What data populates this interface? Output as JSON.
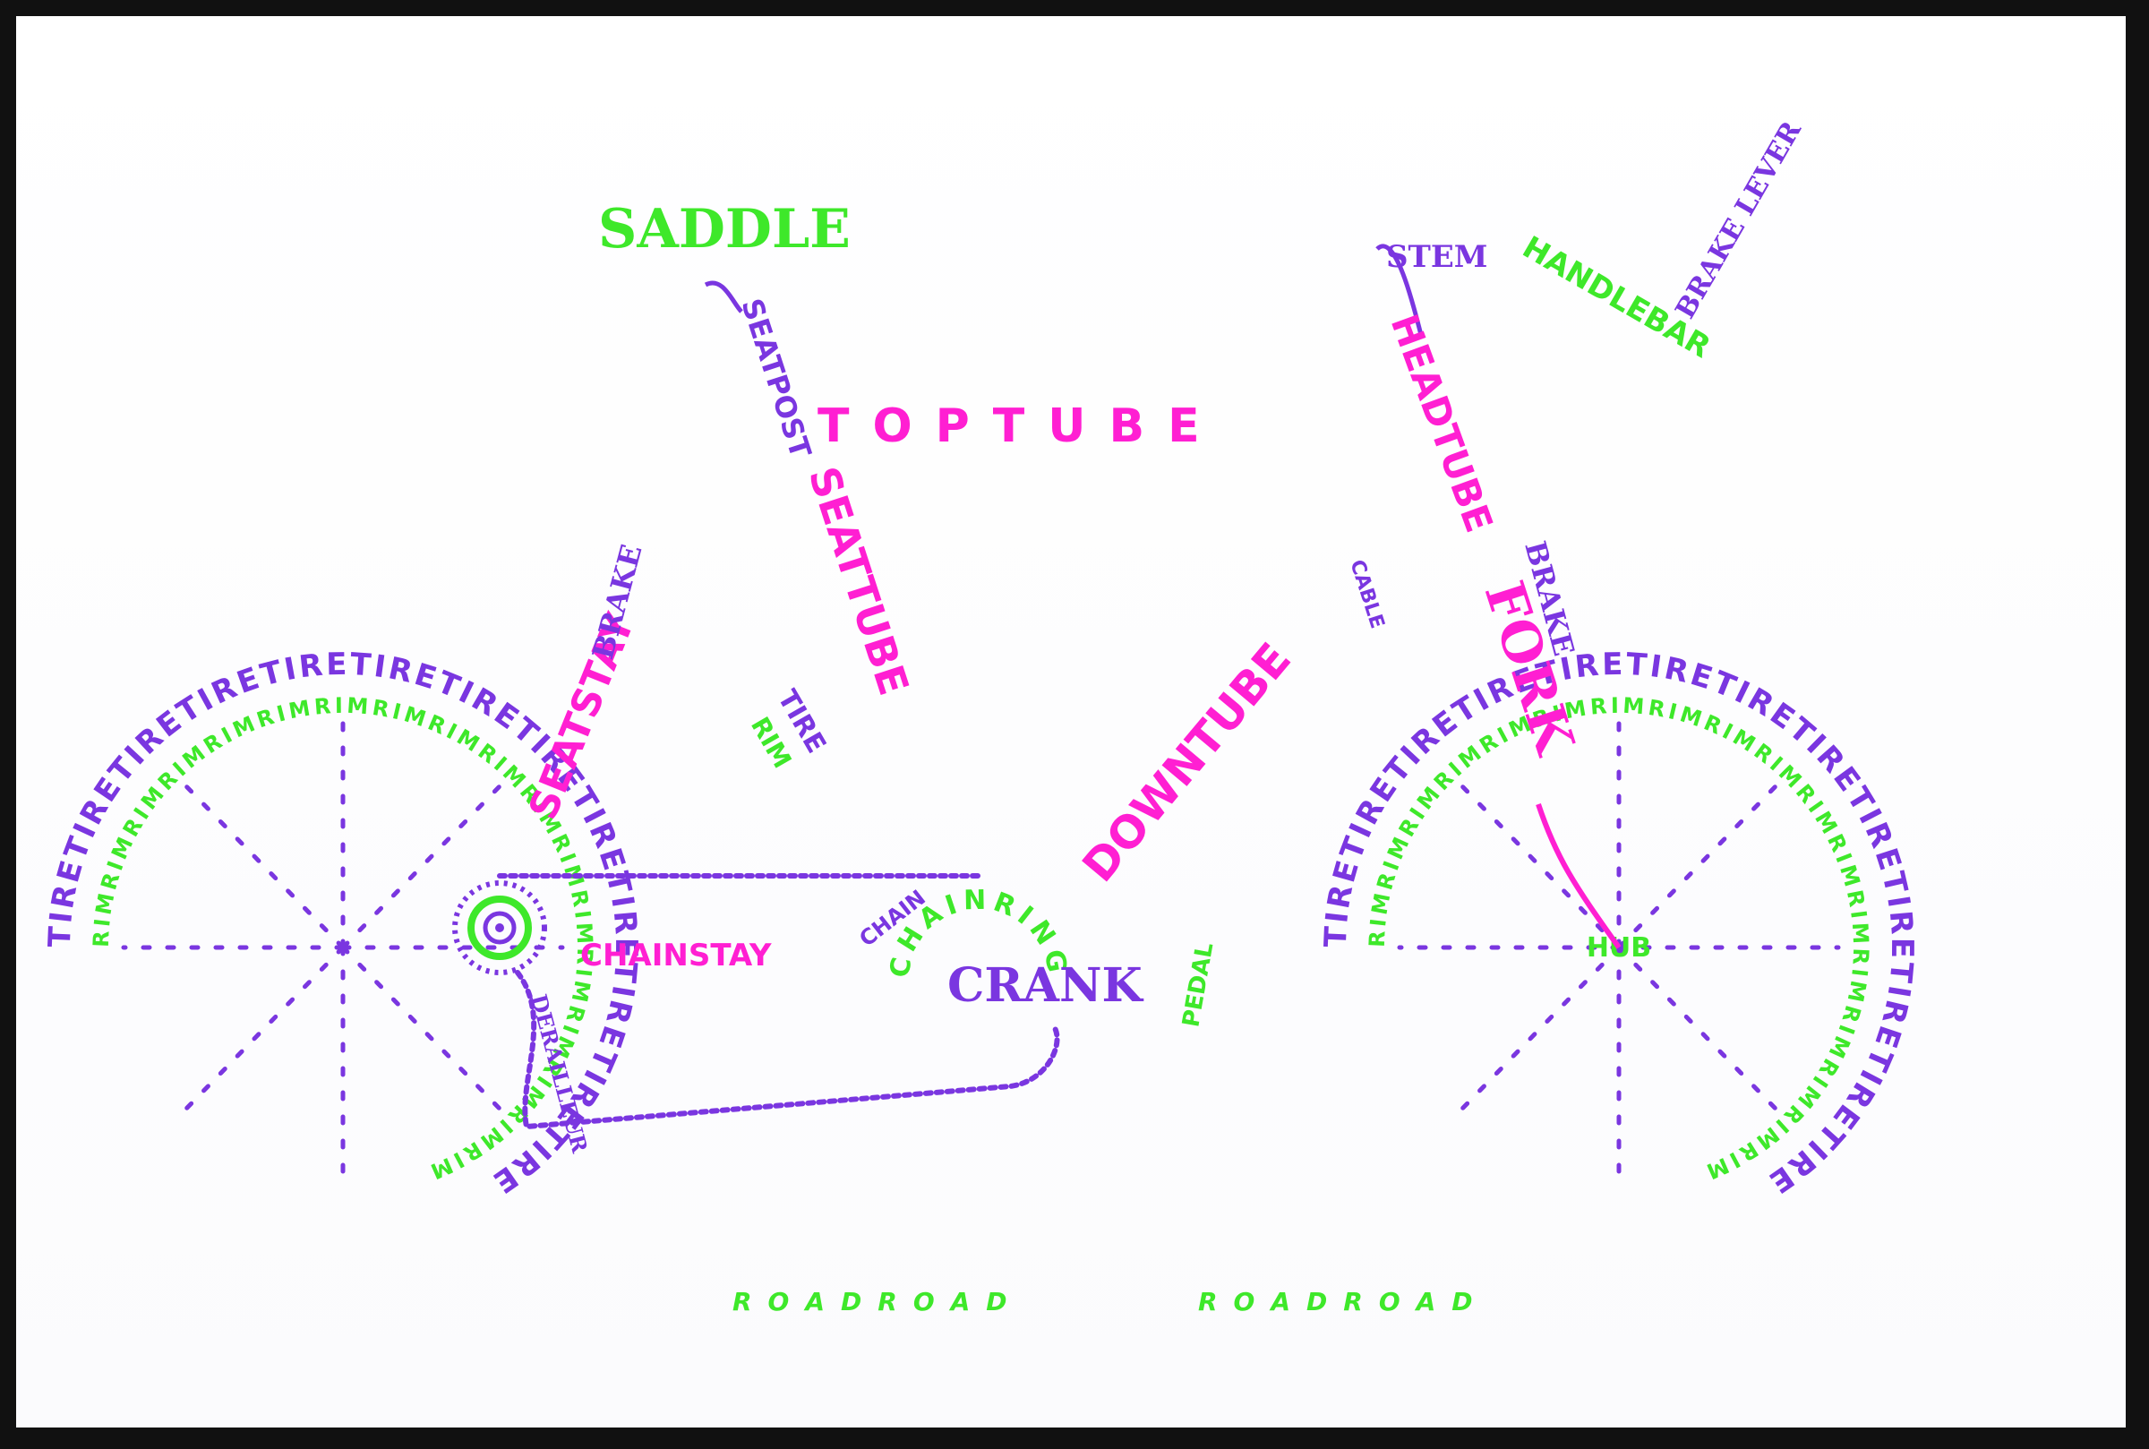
{
  "colors": {
    "purple": "#7a36e0",
    "magenta": "#ff1fd2",
    "green": "#3ee82a",
    "paper": "#ffffff",
    "frame": "#111111"
  },
  "labels": {
    "saddle": "SADDLE",
    "seatpost": "SEATPOST",
    "top_tube": "TOPTUBE",
    "stem": "STEM",
    "handlebar": "HANDLEBAR",
    "brake_lever": "BRAKE LEVER",
    "head_tube": "HEADTUBE",
    "fork": "FORK",
    "seat_tube": "SEATTUBE",
    "seat_stay": "SEATSTAY",
    "down_tube": "DOWNTUBE",
    "chainstay": "CHAINSTAY",
    "crank": "CRANK",
    "chainring": "CHAINRING",
    "chain": "CHAIN",
    "derailleur": "DERAILLEUR",
    "rear_brake": "BRAKE",
    "front_brake": "BRAKE",
    "rear_tire_inner": "TIRE",
    "rear_rim_inner": "RIM",
    "cable": "CABLE",
    "pedal": "PEDAL",
    "rear_tire_ring": "TIRETIRETIRETIRETIRETIRETIRETIRETIRETIRETIRETIRETIRE",
    "rear_rim_ring": "RIMRIMRIMRIMRIMRIMRIMRIMRIMRIMRIMRIMRIMRIMRIMRIMRIMRIM",
    "front_tire_ring": "TIRETIRETIRETIRETIRETIRETIRETIRETIRETIRETIRETIRETIRE",
    "front_rim_ring": "RIMRIMRIMRIMRIMRIMRIMRIMRIMRIMRIMRIMRIMRIMRIMRIMRIMRIM",
    "front_hub": "HUB",
    "ground_left": "ROADROAD",
    "ground_right": "ROADROAD"
  }
}
